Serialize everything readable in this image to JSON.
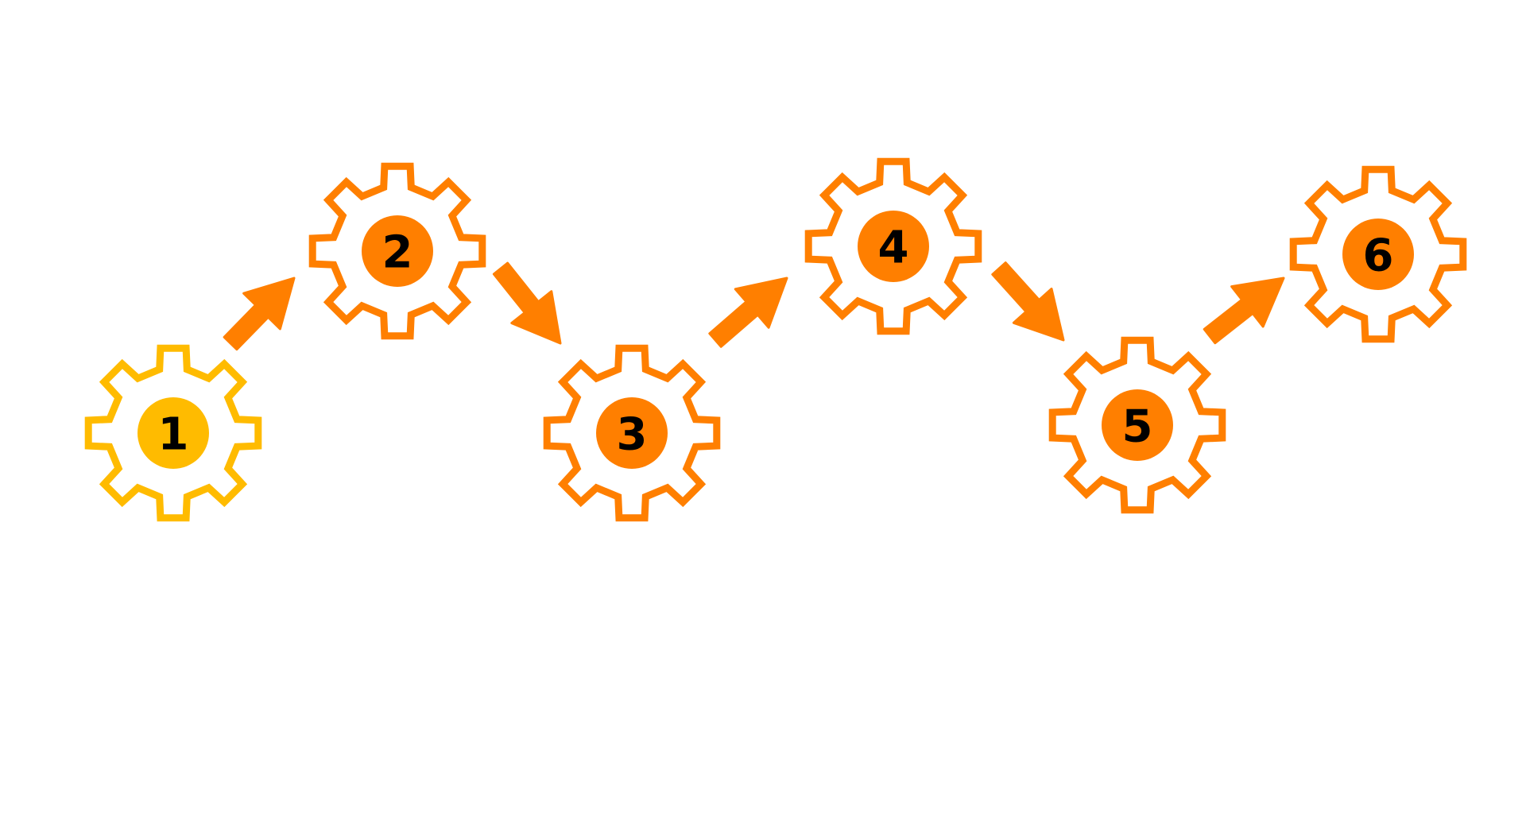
{
  "colors": {
    "first_step": "#FFBB00",
    "accent": "#FF7F00",
    "number_text": "#000000",
    "background": "#FFFFFF"
  },
  "steps": [
    {
      "label": "1",
      "icon": "gear-icon",
      "color": "#FFBB00"
    },
    {
      "label": "2",
      "icon": "gear-icon",
      "color": "#FF7F00"
    },
    {
      "label": "3",
      "icon": "gear-icon",
      "color": "#FF7F00"
    },
    {
      "label": "4",
      "icon": "gear-icon",
      "color": "#FF7F00"
    },
    {
      "label": "5",
      "icon": "gear-icon",
      "color": "#FF7F00"
    },
    {
      "label": "6",
      "icon": "gear-icon",
      "color": "#FF7F00"
    }
  ],
  "connectors": [
    {
      "from": "1",
      "to": "2",
      "icon": "arrow-up-right-icon"
    },
    {
      "from": "2",
      "to": "3",
      "icon": "arrow-down-right-icon"
    },
    {
      "from": "3",
      "to": "4",
      "icon": "arrow-up-right-icon"
    },
    {
      "from": "4",
      "to": "5",
      "icon": "arrow-down-right-icon"
    },
    {
      "from": "5",
      "to": "6",
      "icon": "arrow-up-right-icon"
    }
  ]
}
